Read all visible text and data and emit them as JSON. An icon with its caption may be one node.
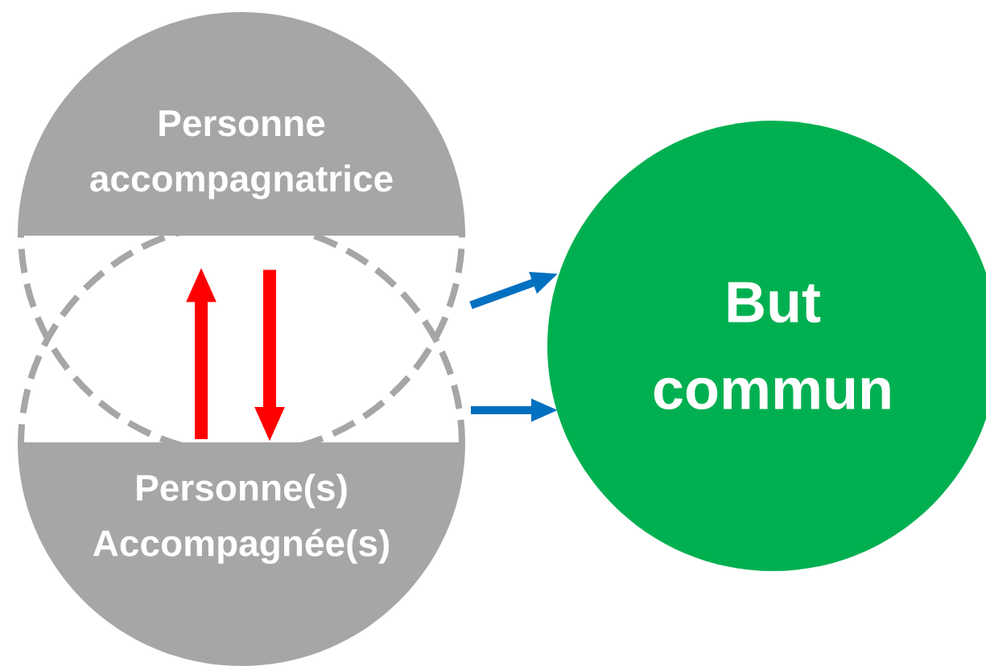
{
  "diagram": {
    "nodes": [
      {
        "text": [
          "Personne accompagnatrice"
        ]
      },
      {
        "text": [
          "Personne(s) Accompagnée(s)"
        ]
      },
      {
        "text": [
          "But commun"
        ]
      }
    ],
    "edges": [
      {
        "from": 1,
        "to": 0,
        "arrow": "to",
        "color": "#ff0000"
      },
      {
        "from": 0,
        "to": 1,
        "arrow": "to",
        "color": "#ff0000"
      },
      {
        "from": 0,
        "to": 2,
        "arrow": "to",
        "color": "#0070c0"
      },
      {
        "from": 1,
        "to": 2,
        "arrow": "to",
        "color": "#0070c0"
      }
    ]
  }
}
